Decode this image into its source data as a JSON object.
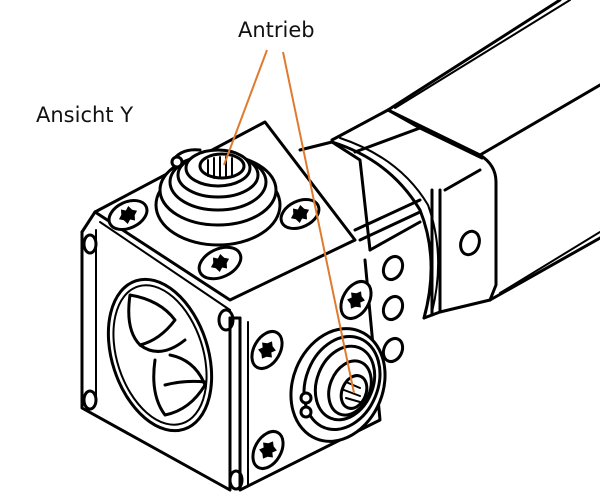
{
  "drawing": {
    "title": "Ansicht Y",
    "callout": {
      "label": "Antrieb",
      "leader_color": "#E07B2E",
      "targets": [
        "top-drive-shaft",
        "side-drive-shaft"
      ]
    },
    "components": [
      "gearbox-housing",
      "top-flange-bearing",
      "side-flange-bearing",
      "motor-housing",
      "mounting-screws"
    ]
  }
}
